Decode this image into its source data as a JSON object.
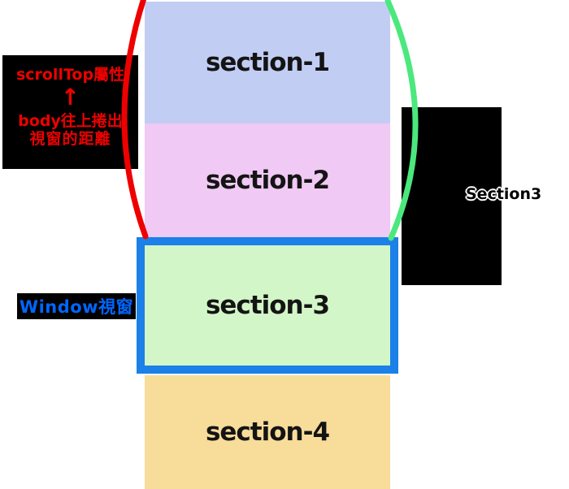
{
  "diagram": {
    "sections": [
      {
        "label": "section-1",
        "color": "#c2cdf4"
      },
      {
        "label": "section-2",
        "color": "#f0c9f4"
      },
      {
        "label": "section-3",
        "color": "#d2f6c8"
      },
      {
        "label": "section-4",
        "color": "#f8dc9a"
      }
    ],
    "scrolltop_callout": {
      "title": "scrollTop屬性",
      "arrow": "↑",
      "desc_line1": "body往上捲出",
      "desc_line2": "視窗的距離",
      "text_color": "#ee0000",
      "bg_color": "#000000"
    },
    "window_callout": {
      "label": "Window視窗",
      "text_color": "#0066ff",
      "bg_color": "#000000"
    },
    "right_callout": {
      "label": "Section3",
      "text_color": "#000000",
      "outline_color": "#ffffff",
      "bg_color": "#000000"
    },
    "viewport_box": {
      "border_color": "#1b80e8"
    },
    "curves": {
      "left_color": "#ee0000",
      "right_color": "#4be87d"
    }
  }
}
